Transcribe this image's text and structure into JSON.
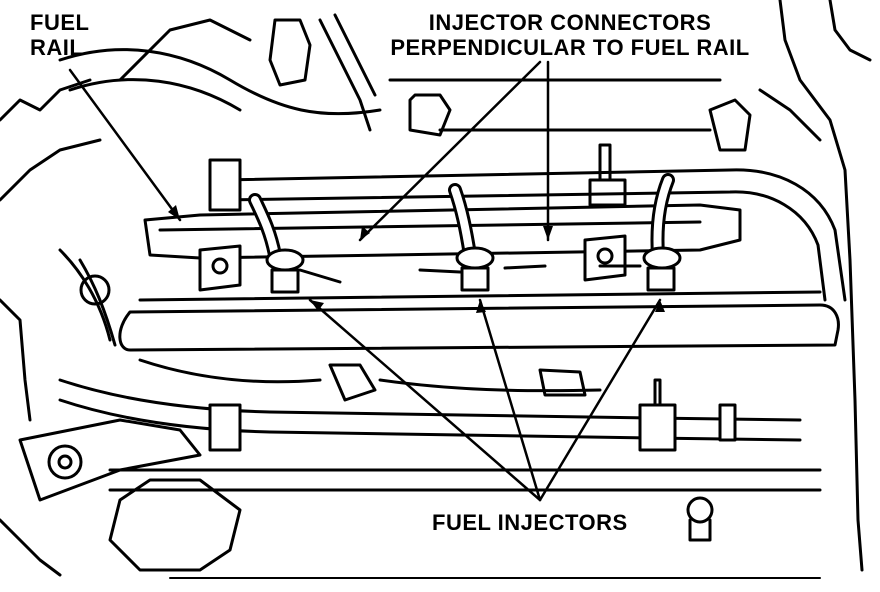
{
  "labels": {
    "fuel_rail": [
      "FUEL",
      "RAIL"
    ],
    "injector_connectors": [
      "INJECTOR CONNECTORS",
      "PERPENDICULAR TO FUEL RAIL"
    ],
    "fuel_injectors": "FUEL INJECTORS"
  },
  "colors": {
    "ink": "#000000",
    "paper": "#ffffff"
  }
}
